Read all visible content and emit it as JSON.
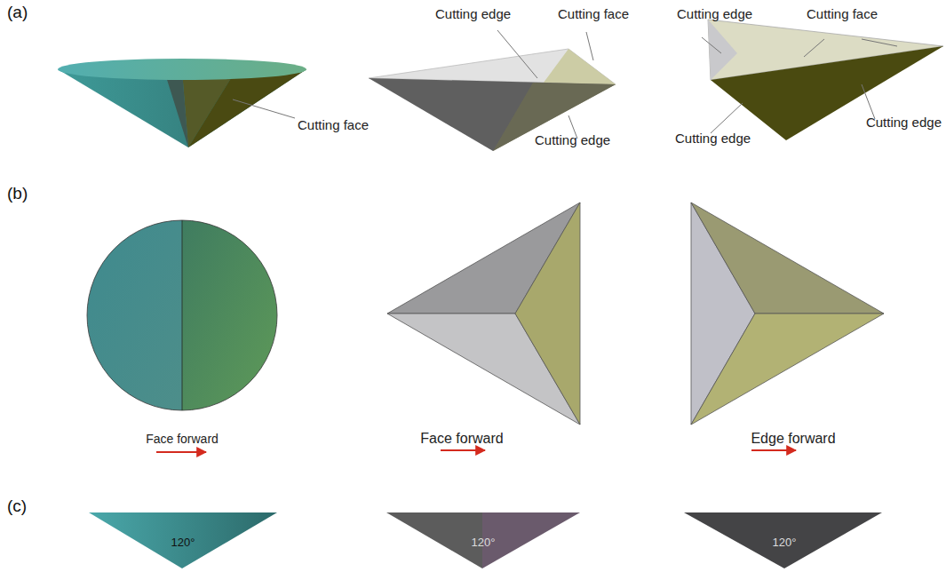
{
  "diagram": {
    "labels": [
      "(a)",
      "Cutting edge",
      "Cutting face",
      "Cutting edge",
      "Cutting face",
      "Cutting face",
      "Cutting edge",
      "Cutting edge",
      "Cutting edge",
      "(b)",
      "Face forward",
      "Face forward",
      "Edge forward",
      "(c)",
      "120°",
      "120°",
      "120°"
    ]
  }
}
